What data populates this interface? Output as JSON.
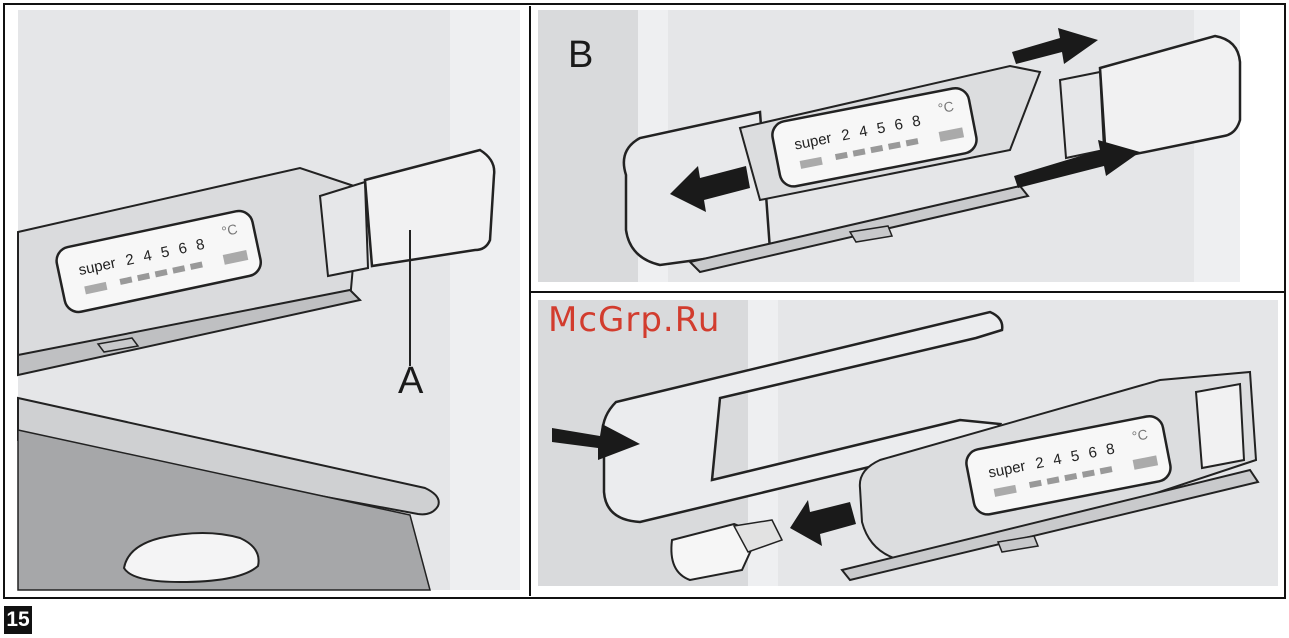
{
  "figure": {
    "callout_a": "A",
    "panel_b": "B",
    "watermark": "McGrp.Ru",
    "figure_number": "15"
  },
  "display": {
    "super": "super",
    "n2": "2",
    "n4": "4",
    "n5": "5",
    "n6": "6",
    "n8": "8",
    "unit": "°C"
  },
  "colors": {
    "frame": "#111111",
    "panel_bg": "#e5e6e8",
    "arrow": "#1a1a1a",
    "watermark": "#d23c2e"
  }
}
